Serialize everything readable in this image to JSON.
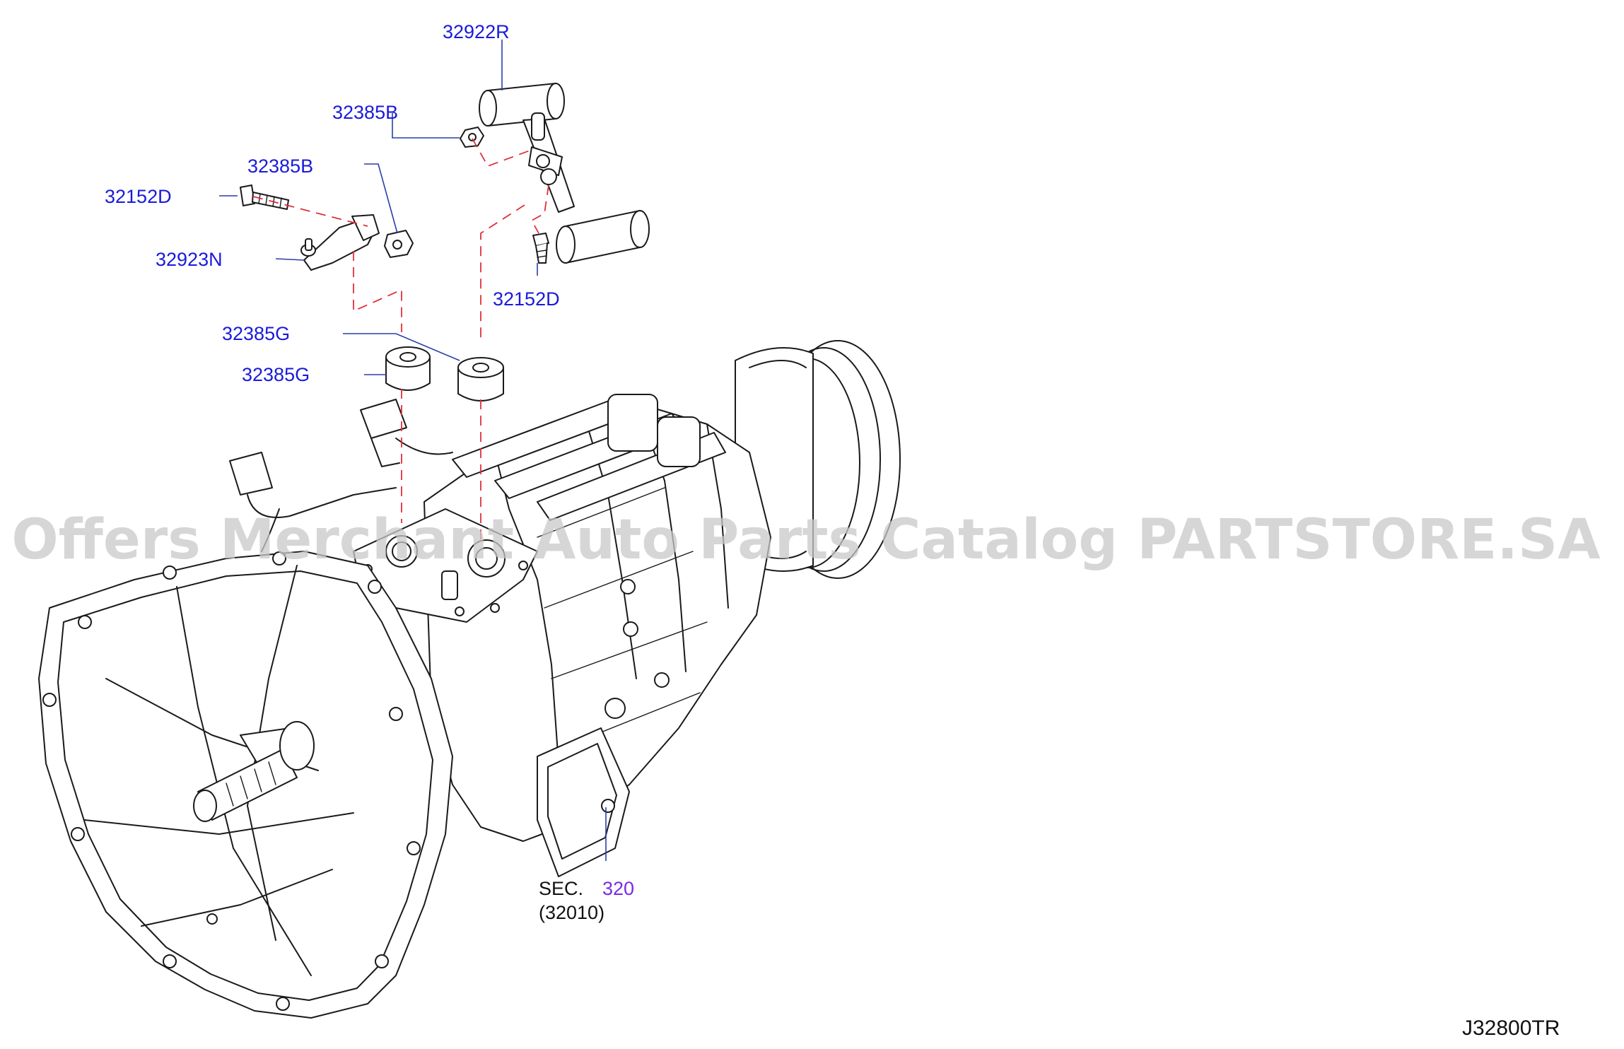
{
  "diagram": {
    "code": "J32800TR",
    "watermark": "Offers Merchant Auto Parts Catalog PARTSTORE.SA",
    "section_ref": {
      "prefix": "SEC.",
      "number": "320",
      "part": "(32010)"
    },
    "callouts": [
      {
        "id": "c1",
        "part_no": "32922R"
      },
      {
        "id": "c2",
        "part_no": "32385B"
      },
      {
        "id": "c3",
        "part_no": "32385B"
      },
      {
        "id": "c4",
        "part_no": "32152D"
      },
      {
        "id": "c5",
        "part_no": "32923N"
      },
      {
        "id": "c6",
        "part_no": "32152D"
      },
      {
        "id": "c7",
        "part_no": "32385G"
      },
      {
        "id": "c8",
        "part_no": "32385G"
      }
    ]
  },
  "colors": {
    "callout_text": "#1a1adb",
    "leader_line": "#2a3fa8",
    "dashed_line": "#e0303a",
    "section_link": "#7a2be0",
    "ink": "#1a1a1a",
    "watermark": "#c9c9c9"
  }
}
